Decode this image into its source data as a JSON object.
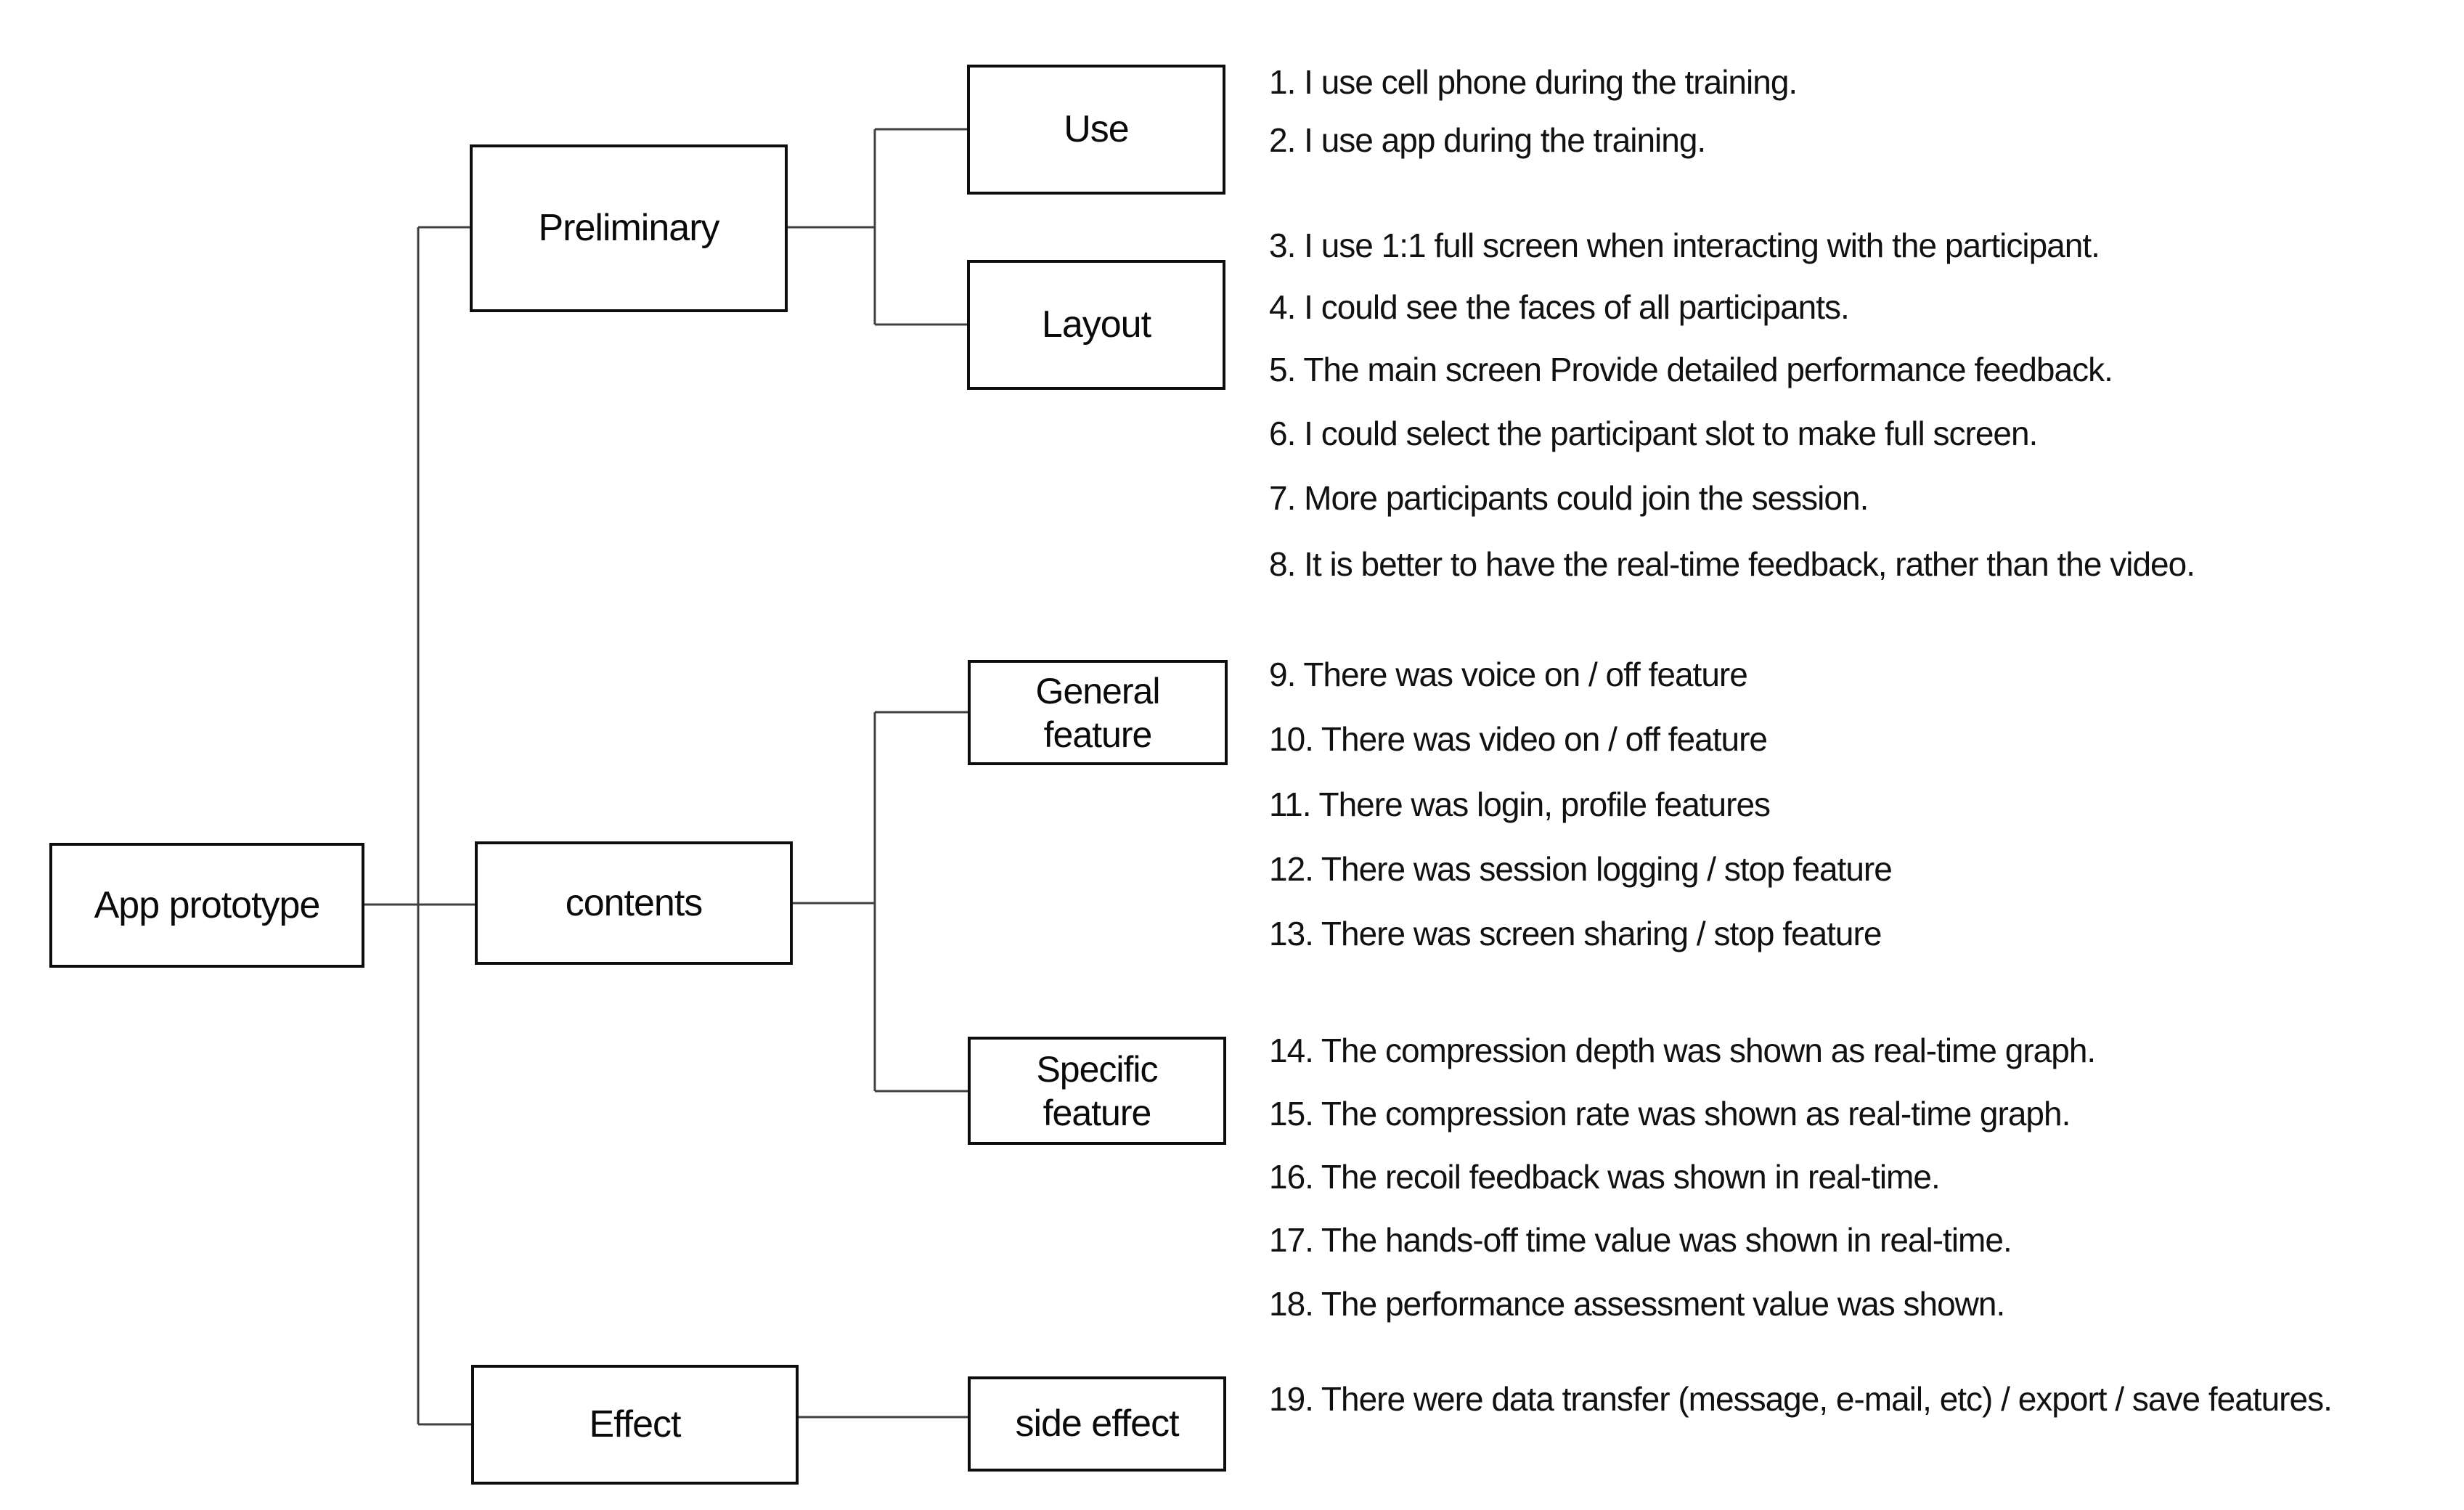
{
  "diagram": {
    "root": {
      "label": "App prototype"
    },
    "branches": {
      "preliminary": {
        "label": "Preliminary"
      },
      "contents": {
        "label": "contents"
      },
      "effect": {
        "label": "Effect"
      }
    },
    "leaves": {
      "use": {
        "label": "Use"
      },
      "layout": {
        "label": "Layout"
      },
      "general_feature": {
        "label": "General feature"
      },
      "specific_feature": {
        "label": "Specific feature"
      },
      "side_effect": {
        "label": "side effect"
      }
    },
    "statements": [
      "1. I use cell phone during the training.",
      "2. I use app during the training.",
      "3. I use 1:1 full screen when interacting with the participant.",
      "4. I could see the faces of all participants.",
      "5. The main screen Provide detailed performance feedback.",
      "6. I could select the participant slot to make full screen.",
      "7. More participants could join the session.",
      "8. It is better to have the real-time feedback, rather than the video.",
      "9. There was voice on / off feature",
      "10. There was video on / off feature",
      "11. There was login, profile features",
      "12. There was session logging / stop feature",
      "13. There was screen sharing / stop feature",
      "14. The compression depth was shown as real-time graph.",
      "15. The compression rate was shown as real-time graph.",
      "16. The recoil feedback was shown in real-time.",
      "17. The hands-off time value was shown in real-time.",
      "18. The performance assessment value was shown.",
      "19. There were data transfer (message, e-mail, etc) / export / save features."
    ]
  }
}
